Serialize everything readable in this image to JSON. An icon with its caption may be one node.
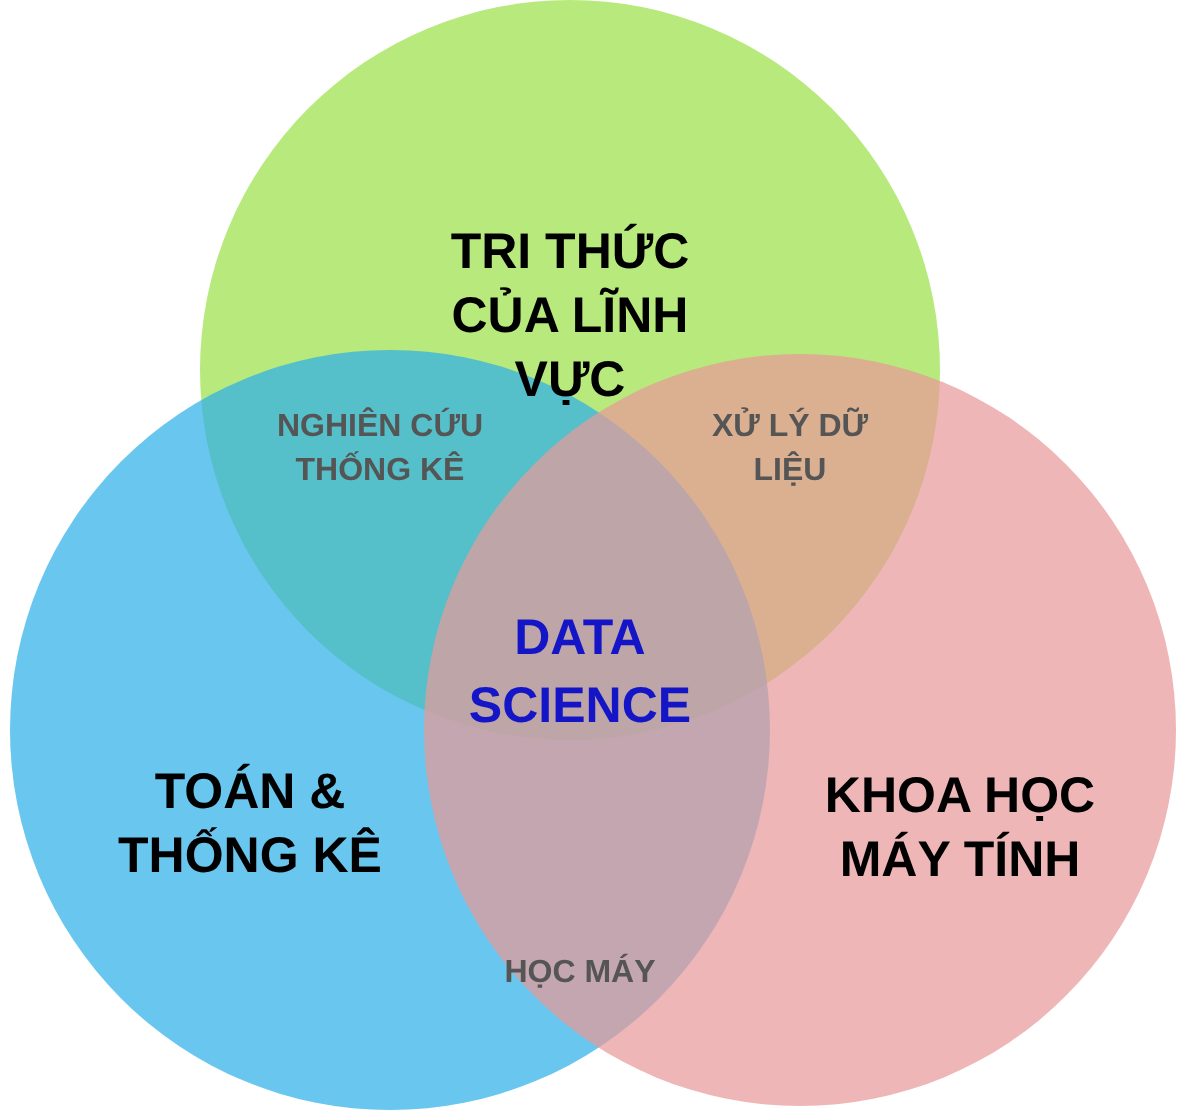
{
  "diagram": {
    "nodes": [
      {
        "text": [
          "TRI THỨC CỦA LĨNH VỰC"
        ]
      },
      {
        "text": [
          "TOÁN & THỐNG KÊ"
        ]
      },
      {
        "text": [
          "KHOA HỌC MÁY TÍNH"
        ]
      }
    ],
    "edges": [],
    "labels": [
      "NGHIÊN CỨU THỐNG KÊ",
      "XỬ LÝ DỮ LIỆU",
      "DATA SCIENCE",
      "HỌC MÁY"
    ]
  }
}
